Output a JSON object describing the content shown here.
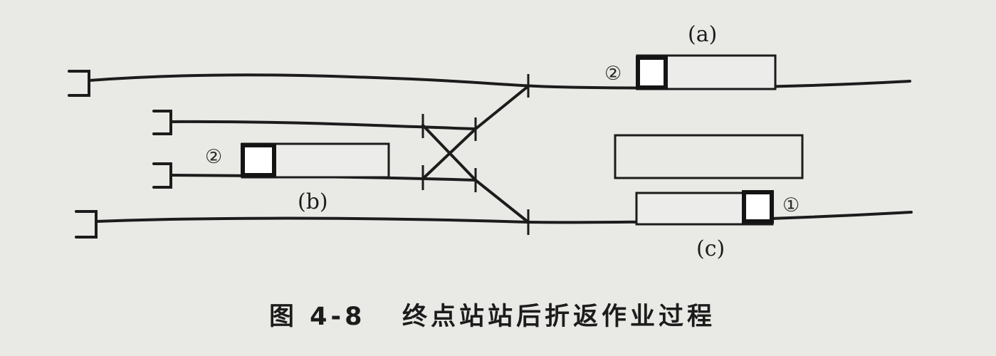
{
  "diagram": {
    "label_a": "(a)",
    "label_b": "(b)",
    "label_c": "(c)",
    "marker_a": "②",
    "marker_b": "②",
    "marker_c": "①"
  },
  "caption": {
    "number": "图 4-8",
    "title": "终点站站后折返作业过程"
  }
}
